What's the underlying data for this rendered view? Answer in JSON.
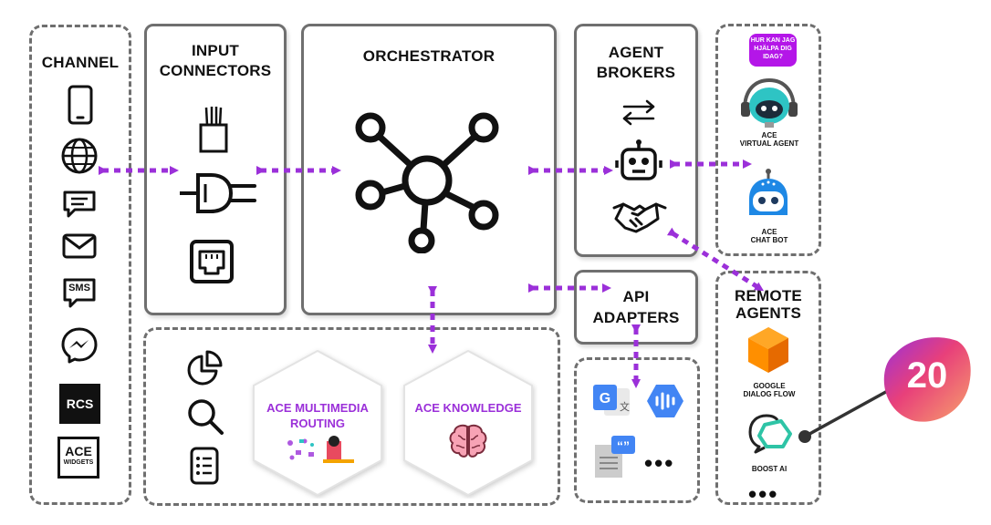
{
  "channel": {
    "title": "CHANNEL",
    "rcs_label": "RCS",
    "ace_label": "ACE",
    "widgets_label": "WIDGETS",
    "sms_label": "SMS"
  },
  "input_connectors": {
    "title_line1": "INPUT",
    "title_line2": "CONNECTORS"
  },
  "orchestrator": {
    "title": "ORCHESTRATOR"
  },
  "agent_brokers": {
    "title_line1": "AGENT",
    "title_line2": "BROKERS"
  },
  "virtual_agents": {
    "speech_bubble": "HUR KAN JAG HJÄLPA DIG IDAG?",
    "virtual_agent_line1": "ACE",
    "virtual_agent_line2": "VIRTUAL AGENT",
    "chat_bot_line1": "ACE",
    "chat_bot_line2": "CHAT BOT"
  },
  "api_adapters": {
    "title_line1": "API",
    "title_line2": "ADAPTERS",
    "more": "•••"
  },
  "remote_agents": {
    "title_line1": "REMOTE",
    "title_line2": "AGENTS",
    "dialogflow_line1": "GOOGLE",
    "dialogflow_line2": "DIALOG FLOW",
    "boost": "BOOST AI",
    "more": "•••"
  },
  "modules": {
    "routing_line1": "ACE MULTIMEDIA",
    "routing_line2": "ROUTING",
    "knowledge": "ACE KNOWLEDGE"
  },
  "badge": {
    "number": "20",
    "color": "#e8407a"
  },
  "colors": {
    "accent": "#9b30d9",
    "border": "#6f6f6f",
    "boost": "#2ec4a6"
  }
}
